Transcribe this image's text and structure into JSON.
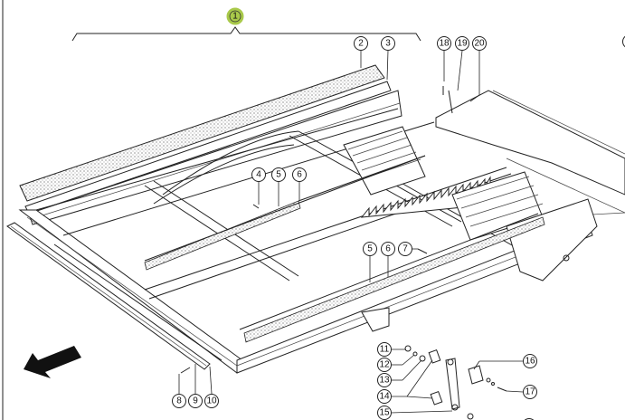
{
  "diagram": {
    "title": "Exploded parts view - sieve frame assembly",
    "highlight_color": "#a9c94a",
    "callouts": {
      "c1": "1",
      "c2": "2",
      "c3": "3",
      "c4": "4",
      "c5a": "5",
      "c6a": "6",
      "c5b": "5",
      "c6b": "6",
      "c7": "7",
      "c8": "8",
      "c9": "9",
      "c10": "10",
      "c11": "11",
      "c12": "12",
      "c13": "13",
      "c14": "14",
      "c15": "15",
      "c16": "16",
      "c17": "17",
      "c18": "18",
      "c19": "19",
      "c20": "20"
    },
    "direction_arrow": "arrow-down-left-icon"
  }
}
